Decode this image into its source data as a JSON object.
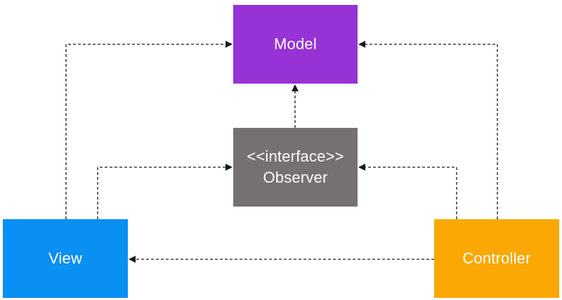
{
  "nodes": {
    "model": {
      "label": "Model",
      "color": "#9632D6"
    },
    "observer": {
      "line1": "<<interface>>",
      "line2": "Observer",
      "color": "#767170"
    },
    "view": {
      "label": "View",
      "color": "#0A8FF2"
    },
    "controller": {
      "label": "Controller",
      "color": "#FBA804"
    }
  },
  "edges": [
    {
      "from": "view",
      "to": "model",
      "style": "dashed"
    },
    {
      "from": "view",
      "to": "observer",
      "style": "dashed"
    },
    {
      "from": "controller",
      "to": "model",
      "style": "dashed"
    },
    {
      "from": "controller",
      "to": "observer",
      "style": "dashed"
    },
    {
      "from": "controller",
      "to": "view",
      "style": "dashed"
    },
    {
      "from": "observer",
      "to": "model",
      "style": "dashed"
    }
  ],
  "edge_color": "#1a1a1a"
}
